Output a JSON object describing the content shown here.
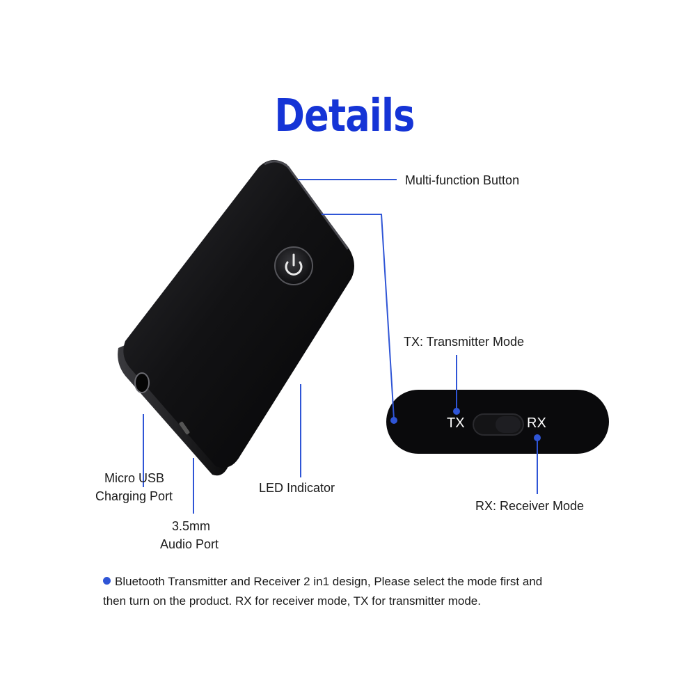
{
  "title": "Details",
  "labels": {
    "multi_function_button": "Multi-function Button",
    "tx_mode": "TX: Transmitter Mode",
    "rx_mode": "RX: Receiver Mode",
    "led_indicator": "LED Indicator",
    "micro_usb_line1": "Micro USB",
    "micro_usb_line2": "Charging Port",
    "audio_port_line1": "3.5mm",
    "audio_port_line2": "Audio Port"
  },
  "switch": {
    "tx": "TX",
    "rx": "RX"
  },
  "note": {
    "line1": "Bluetooth Transmitter and Receiver 2 in1 design, Please select the mode first and",
    "line2": "then turn on the product. RX for receiver mode, TX for transmitter mode."
  },
  "colors": {
    "accent": "#1534d6",
    "leader": "#2f55d6",
    "device": "#101012"
  },
  "icons": {
    "power": "power-icon"
  }
}
